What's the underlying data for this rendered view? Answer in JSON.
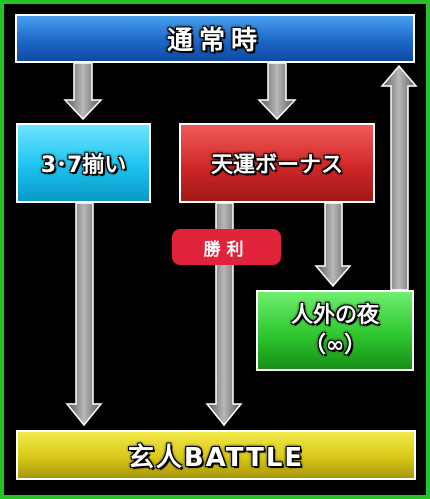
{
  "nodes": {
    "normal": "通常時",
    "three_seven": "3･7揃い",
    "tenun_bonus": "天運ボーナス",
    "jingai_line1": "人外の夜",
    "jingai_line2": "（∞）",
    "battle": "玄人BATTLE"
  },
  "labels": {
    "win": "勝利"
  },
  "colors": {
    "frame": "#27c227",
    "normal": "#1c68c8",
    "three_seven": "#1cc3ee",
    "tenun_bonus": "#d02828",
    "jingai": "#2fc82f",
    "battle": "#d8c818",
    "win_badge": "#e0223a",
    "arrow": "#7a7a7a"
  }
}
